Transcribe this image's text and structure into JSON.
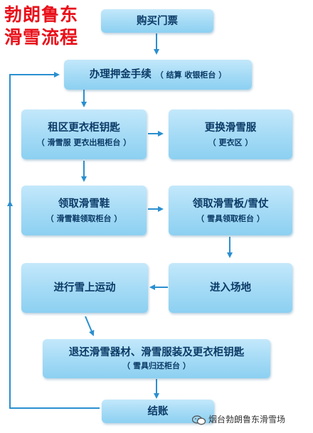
{
  "title": {
    "line1": "勃朗鲁东",
    "line2": "滑雪流程"
  },
  "steps": {
    "buy_ticket": {
      "main": "购买门票"
    },
    "deposit": {
      "main": "办理押金手续",
      "sub": "（ 结算  收银柜台 ）"
    },
    "locker_rental": {
      "main": "租区更衣柜钥匙",
      "sub": "（ 滑雪服  更衣出租柜台 ）"
    },
    "change_clothes": {
      "main": "更换滑雪服",
      "sub": "（ 更衣区 ）"
    },
    "get_boots": {
      "main": "领取滑雪鞋",
      "sub": "（ 滑雪鞋领取柜台 ）"
    },
    "get_skis": {
      "main": "领取滑雪板/雪仗",
      "sub": "（ 雪具领取柜台 ）"
    },
    "ski_activity": {
      "main": "进行雪上运动"
    },
    "enter_area": {
      "main": "进入场地"
    },
    "return_items": {
      "main": "退还滑雪器材、滑雪服装及更衣柜钥匙",
      "sub": "（ 雪具归还柜台 ）"
    },
    "checkout": {
      "main": "结账"
    }
  },
  "watermark": {
    "text": "烟台勃朗鲁东滑雪场",
    "icon": "wechat-icon"
  },
  "colors": {
    "title": "#e8101a",
    "box": "#a3daf5",
    "text": "#0b3a66",
    "arrow": "#2a8fd0"
  }
}
